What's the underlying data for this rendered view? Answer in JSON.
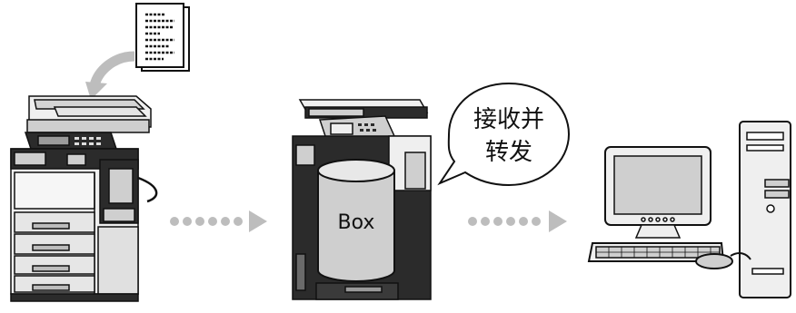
{
  "box": {
    "label": "Box"
  },
  "bubble": {
    "line1": "接收并",
    "line2": "转发"
  },
  "flow": {
    "dot_count": 6,
    "arrow_color": "#bdbdbd"
  },
  "colors": {
    "machine_light": "#efefef",
    "machine_mid": "#cfcfcf",
    "machine_dark": "#2b2b2b",
    "box_fill": "#cfcfcf",
    "outline": "#111111"
  },
  "icons": {
    "document": "document-icon",
    "feed_arrow": "curved-arrow-icon",
    "source_mfp": "mfp-printer-icon",
    "box_mfp": "mfp-printer-icon",
    "computer": "desktop-computer-icon"
  }
}
